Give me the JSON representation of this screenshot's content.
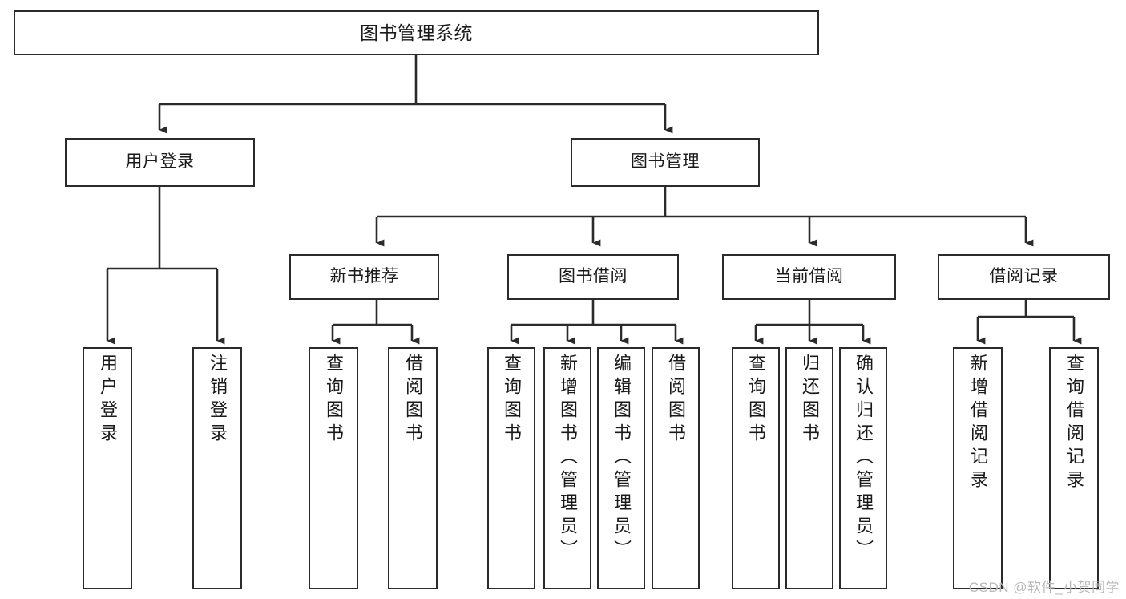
{
  "diagram": {
    "type": "tree-hierarchy",
    "title": "图书管理系统",
    "root": {
      "label": "图书管理系统"
    },
    "level2": [
      {
        "label": "用户登录"
      },
      {
        "label": "图书管理"
      }
    ],
    "level3": [
      {
        "label": "新书推荐"
      },
      {
        "label": "图书借阅"
      },
      {
        "label": "当前借阅"
      },
      {
        "label": "借阅记录"
      }
    ],
    "leaves": {
      "user_login": [
        {
          "label": "用户登录"
        },
        {
          "label": "注销登录"
        }
      ],
      "new_book_recommend": [
        {
          "label": "查询图书"
        },
        {
          "label": "借阅图书"
        }
      ],
      "book_borrow": [
        {
          "label": "查询图书"
        },
        {
          "label": "新增图书（管理员）"
        },
        {
          "label": "编辑图书（管理员）"
        },
        {
          "label": "借阅图书"
        }
      ],
      "current_borrow": [
        {
          "label": "查询图书"
        },
        {
          "label": "归还图书"
        },
        {
          "label": "确认归还（管理员）"
        }
      ],
      "borrow_record": [
        {
          "label": "新增借阅记录"
        },
        {
          "label": "查询借阅记录"
        }
      ]
    }
  },
  "watermark": {
    "text": "CSDN @软件_小贺同学"
  },
  "colors": {
    "stroke": "#2b2b2b",
    "background": "#ffffff",
    "text": "#1a1a1a",
    "watermark": "#b8b8b8"
  }
}
